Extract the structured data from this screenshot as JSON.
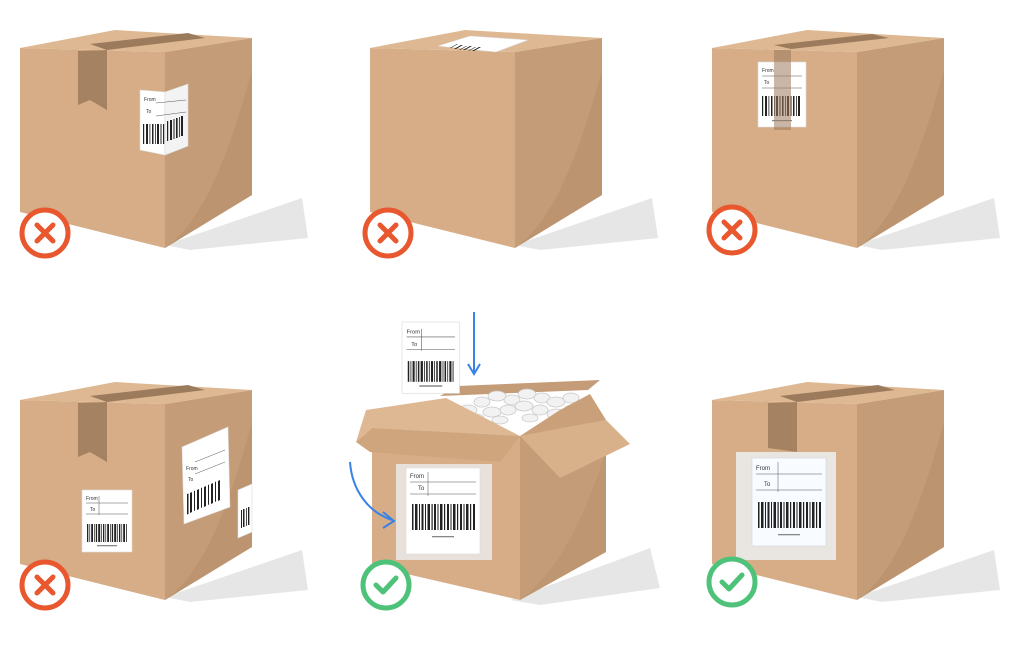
{
  "label": {
    "from_text": "From",
    "to_text": "To"
  },
  "examples": [
    {
      "verdict": "incorrect"
    },
    {
      "verdict": "incorrect"
    },
    {
      "verdict": "incorrect"
    },
    {
      "verdict": "incorrect"
    },
    {
      "verdict": "correct"
    },
    {
      "verdict": "correct"
    }
  ],
  "colors": {
    "box_front": "#d6ad87",
    "box_side": "#c49c77",
    "box_top": "#ddb893",
    "tape": "#9c7a5c",
    "incorrect_mark": "#e8572d",
    "correct_mark": "#4fc27a",
    "arrow": "#3b82e6",
    "shadow": "#e6e6e6",
    "clear_tape": "#eef2f6"
  },
  "icons": {
    "incorrect": "cross-circle-icon",
    "correct": "check-circle-icon",
    "arrow": "arrow-icon"
  }
}
